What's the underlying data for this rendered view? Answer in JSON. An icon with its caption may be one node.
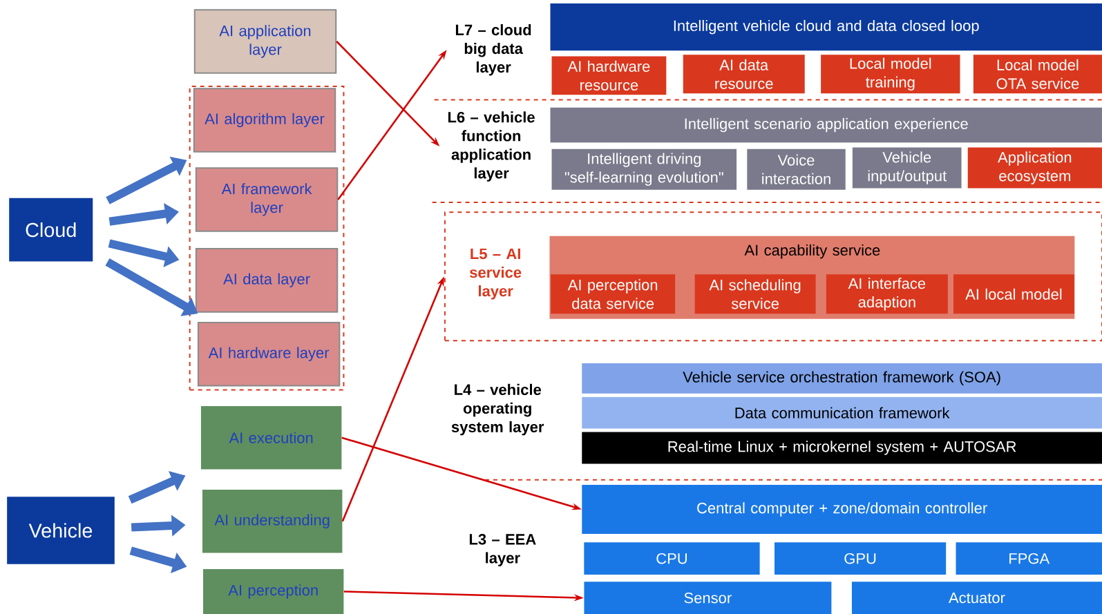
{
  "diagram": {
    "nodes": [
      {
        "text": [
          "Cloud"
        ]
      },
      {
        "text": [
          "Vehicle"
        ]
      },
      {
        "text": [
          "AI application layer"
        ]
      },
      {
        "text": [],
        "shape": "box"
      },
      {
        "text": [
          "AI algorithm layer"
        ],
        "in": 3
      },
      {
        "text": [
          "AI framework layer"
        ],
        "in": 3
      },
      {
        "text": [
          "AI data layer"
        ],
        "in": 3
      },
      {
        "text": [
          "AI hardware layer"
        ],
        "in": 3
      },
      {
        "text": [
          "AI execution"
        ]
      },
      {
        "text": [
          "AI understanding"
        ]
      },
      {
        "text": [
          "AI perception"
        ]
      },
      {
        "text": [
          "L7 – cloud big data layer"
        ]
      },
      {
        "text": [
          "Intelligent vehicle cloud and data closed loop"
        ]
      },
      {
        "text": [
          "AI hardware resource"
        ]
      },
      {
        "text": [
          "AI data resource"
        ]
      },
      {
        "text": [
          "Local model training"
        ]
      },
      {
        "text": [
          "Local model OTA service"
        ]
      },
      {
        "text": [
          "L6 – vehicle function application layer"
        ]
      },
      {
        "text": [
          "Intelligent scenario application experience"
        ]
      },
      {
        "text": [
          "Intelligent driving \"self-learning evolution\""
        ]
      },
      {
        "text": [
          "Voice interaction"
        ]
      },
      {
        "text": [
          "Vehicle input/output"
        ]
      },
      {
        "text": [
          "Application ecosystem"
        ]
      },
      {
        "text": [
          "L5 – AI service layer"
        ]
      },
      {
        "text": [
          "AI capability service"
        ],
        "in": 23
      },
      {
        "text": [
          "AI perception data service"
        ],
        "in": 24
      },
      {
        "text": [
          "AI scheduling service"
        ],
        "in": 24
      },
      {
        "text": [
          "AI interface adaption"
        ],
        "in": 24
      },
      {
        "text": [
          "AI local model"
        ],
        "in": 24
      },
      {
        "text": [
          "Vehicle service orchestration framework (SOA)"
        ]
      },
      {
        "text": [
          "Data communication framework"
        ]
      },
      {
        "text": [
          "Real-time Linux + microkernel system + AUTOSAR"
        ]
      },
      {
        "text": [
          "Central computer + zone/domain controller"
        ]
      },
      {
        "text": [
          "CPU"
        ]
      },
      {
        "text": [
          "GPU"
        ]
      },
      {
        "text": [
          "FPGA"
        ]
      },
      {
        "text": [
          "Sensor"
        ]
      },
      {
        "text": [
          "Actuator"
        ]
      }
    ],
    "edges": [
      {
        "from": 0,
        "to": 4,
        "arrow": "to"
      },
      {
        "from": 0,
        "to": 5,
        "arrow": "to"
      },
      {
        "from": 0,
        "to": 6,
        "arrow": "to"
      },
      {
        "from": 0,
        "to": 7,
        "arrow": "to"
      },
      {
        "from": 1,
        "to": 8,
        "arrow": "to"
      },
      {
        "from": 1,
        "to": 9,
        "arrow": "to"
      },
      {
        "from": 1,
        "to": 10,
        "arrow": "to"
      },
      {
        "from": 2,
        "to": 17,
        "arrow": "to",
        "color": "#d40000"
      },
      {
        "from": 5,
        "to": 11,
        "arrow": "to",
        "color": "#d40000"
      },
      {
        "from": 9,
        "to": 23,
        "arrow": "to",
        "color": "#d40000"
      },
      {
        "from": 8,
        "to": 32,
        "arrow": "to",
        "color": "#d40000"
      },
      {
        "from": 10,
        "to": 36,
        "arrow": "to",
        "color": "#d40000"
      }
    ],
    "labels": [
      "L4 – vehicle operating system layer",
      "L3 – EEA layer"
    ]
  }
}
